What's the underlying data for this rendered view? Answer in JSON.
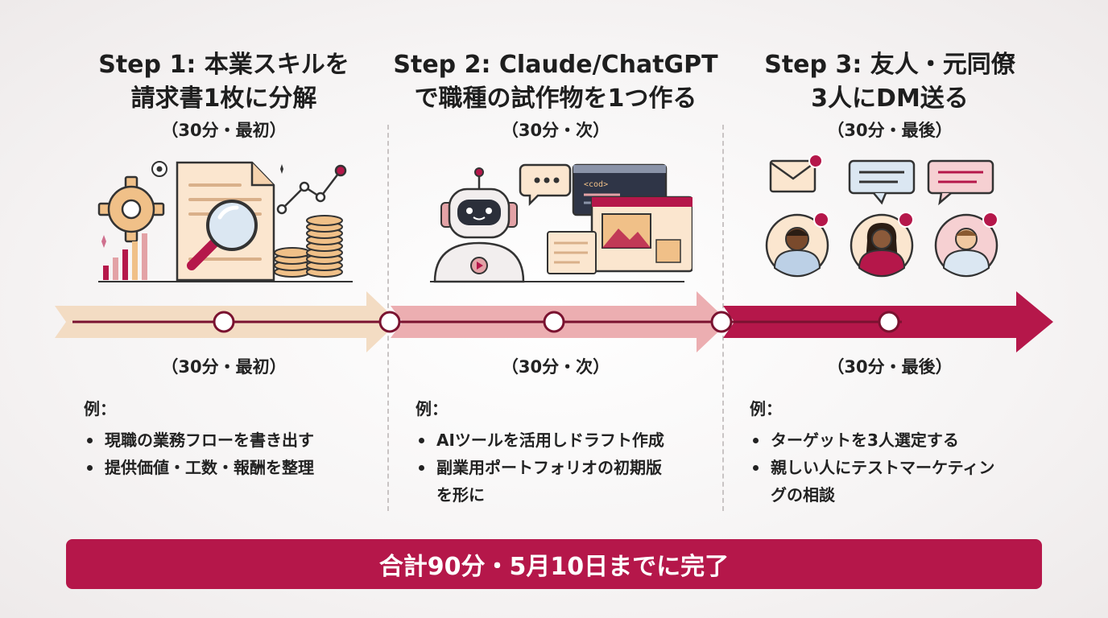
{
  "steps": [
    {
      "title_line1": "Step 1: 本業スキルを",
      "title_line2": "請求書1枚に分解",
      "subtitle": "（30分・最初）",
      "timing": "（30分・最初）",
      "example_label": "例：",
      "examples": [
        "現職の業務フローを書き出す",
        "提供価値・工数・報酬を整理"
      ]
    },
    {
      "title_line1": "Step 2: Claude/ChatGPT",
      "title_line2": "で職種の試作物を1つ作る",
      "subtitle": "（30分・次）",
      "timing": "（30分・次）",
      "example_label": "例：",
      "examples": [
        "AIツールを活用しドラフト作成",
        "副業用ポートフォリオの初期版",
        "を形に"
      ]
    },
    {
      "title_line1": "Step 3: 友人・元同僚",
      "title_line2": "3人にDM送る",
      "subtitle": "（30分・最後）",
      "timing": "（30分・最後）",
      "example_label": "例：",
      "examples": [
        "ターゲットを3人選定する",
        "親しい人にテストマーケティン",
        "グの相談"
      ]
    }
  ],
  "code_tag": "<cod>",
  "footer": "合計90分・5月10日までに完了",
  "colors": {
    "accent": "#b5174a",
    "arrow1": "#f3dcc3",
    "arrow2": "#ecaeb1",
    "arrow3": "#b5174a",
    "timeline_line": "#7a1230"
  }
}
